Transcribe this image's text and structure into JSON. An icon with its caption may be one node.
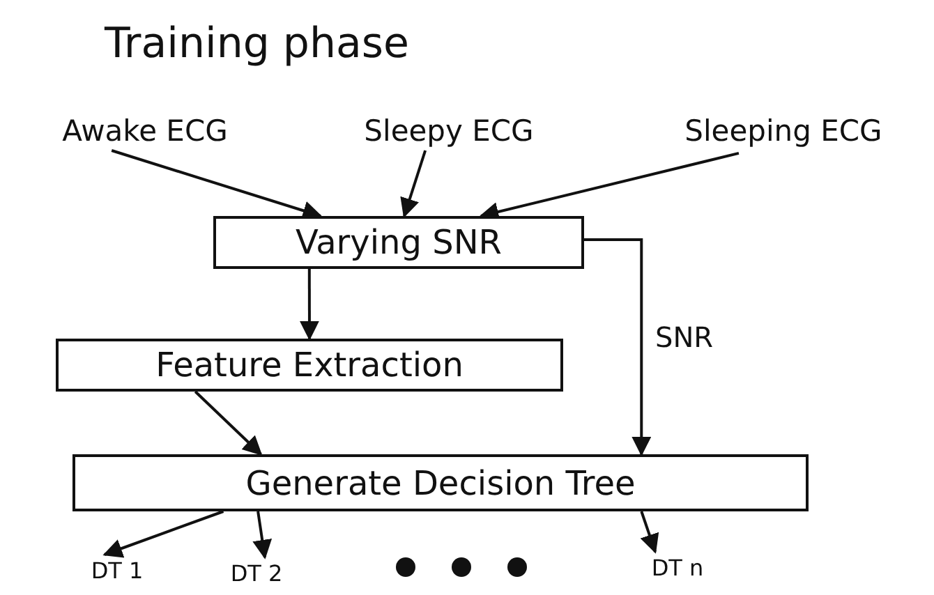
{
  "diagram": {
    "title": "Training phase",
    "nodes": [
      {
        "text": [
          "Awake ECG"
        ]
      },
      {
        "text": [
          "Sleepy ECG"
        ]
      },
      {
        "text": [
          "Sleeping ECG"
        ]
      },
      {
        "text": [
          "Varying SNR"
        ]
      },
      {
        "text": [
          "Feature Extraction"
        ]
      },
      {
        "text": [
          "Generate Decision Tree"
        ]
      },
      {
        "text": [
          "DT 1"
        ]
      },
      {
        "text": [
          "DT 2"
        ]
      },
      {
        "text": [
          "DT n"
        ]
      }
    ],
    "edges": [
      {
        "from": 0,
        "to": 3,
        "arrow": "to"
      },
      {
        "from": 1,
        "to": 3,
        "arrow": "to"
      },
      {
        "from": 2,
        "to": 3,
        "arrow": "to"
      },
      {
        "from": 3,
        "to": 4,
        "arrow": "to"
      },
      {
        "from": 4,
        "to": 5,
        "arrow": "to"
      },
      {
        "from": 3,
        "to": 5,
        "arrow": "to",
        "label": "SNR"
      },
      {
        "from": 5,
        "to": 6,
        "arrow": "to"
      },
      {
        "from": 5,
        "to": 7,
        "arrow": "to"
      },
      {
        "from": 5,
        "to": 8,
        "arrow": "to"
      }
    ]
  }
}
